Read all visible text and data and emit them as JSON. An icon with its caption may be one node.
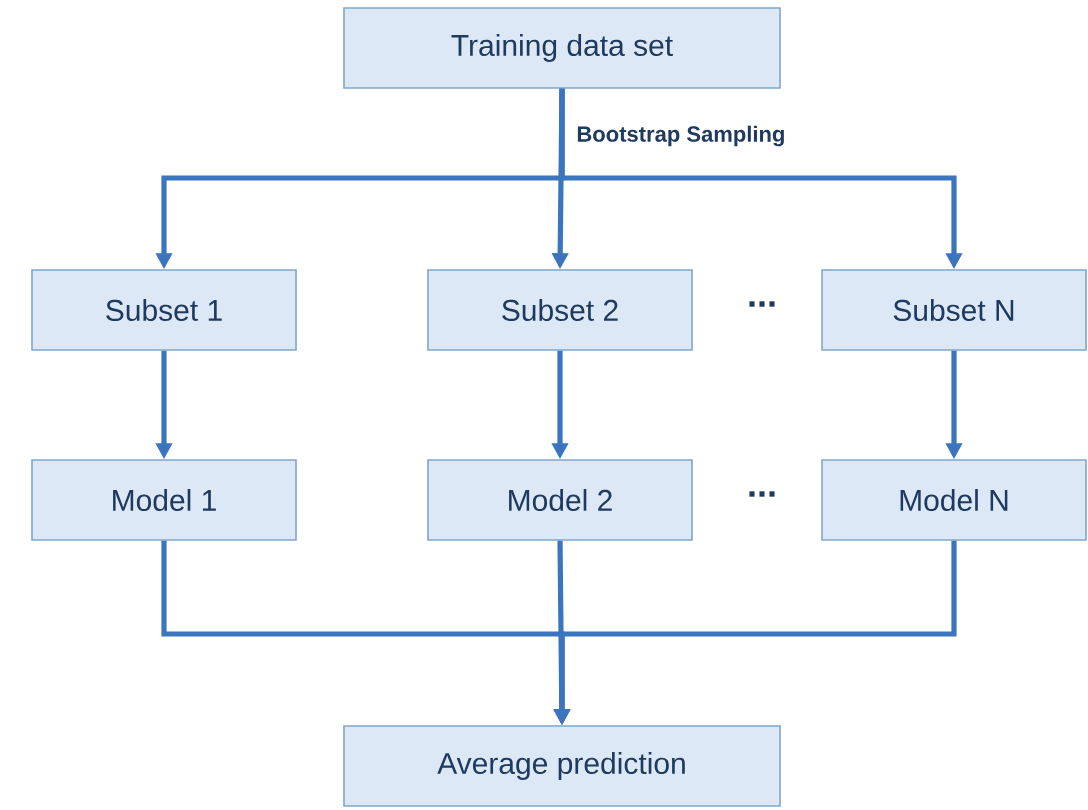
{
  "diagram": {
    "nodes": [
      {
        "text": [
          "Training data set"
        ]
      },
      {
        "text": [
          "Subset 1"
        ]
      },
      {
        "text": [
          "Subset 2"
        ]
      },
      {
        "text": [
          "Subset N"
        ]
      },
      {
        "text": [
          "Model 1"
        ]
      },
      {
        "text": [
          "Model 2"
        ]
      },
      {
        "text": [
          "Model N"
        ]
      },
      {
        "text": [
          "Average prediction"
        ]
      }
    ],
    "edges": [
      {
        "from": 0,
        "to": 1,
        "arrow": "to"
      },
      {
        "from": 0,
        "to": 2,
        "arrow": "to",
        "label": "Bootstrap Sampling"
      },
      {
        "from": 0,
        "to": 3,
        "arrow": "to"
      },
      {
        "from": 1,
        "to": 4,
        "arrow": "to"
      },
      {
        "from": 2,
        "to": 5,
        "arrow": "to"
      },
      {
        "from": 3,
        "to": 6,
        "arrow": "to"
      },
      {
        "from": 4,
        "to": 7,
        "arrow": "to"
      },
      {
        "from": 5,
        "to": 7,
        "arrow": "to"
      },
      {
        "from": 6,
        "to": 7,
        "arrow": "to"
      }
    ],
    "labels": [
      "...",
      "..."
    ]
  }
}
